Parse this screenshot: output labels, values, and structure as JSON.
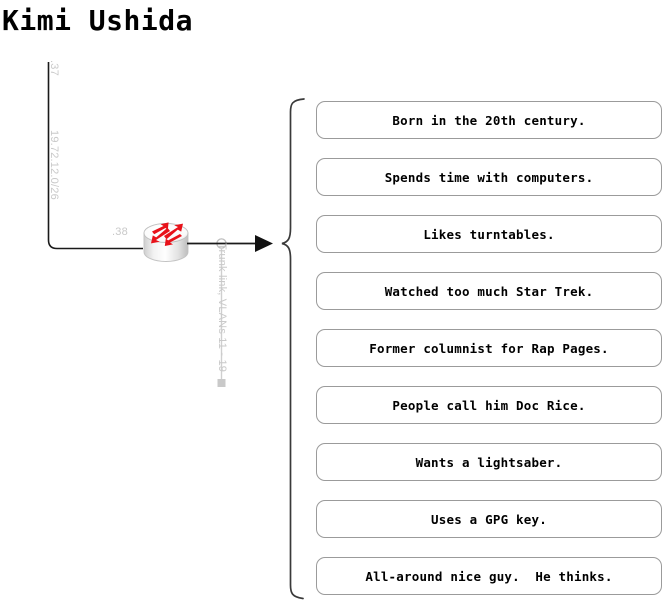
{
  "page": {
    "title": "Kimi Ushida",
    "background_color": "#ffffff"
  },
  "network": {
    "device": {
      "name": "router",
      "icon": "cisco-router-icon",
      "body_color": "#ffffff",
      "arrow_color": "#e8121a"
    },
    "labels": {
      "interface_top": ".37",
      "subnet": "19.72.12.0/26",
      "interface_bottom": ".38",
      "trunk": "Trunk link, VLANs 11 - 19"
    },
    "label_color": "#c9c9c9",
    "link_color": "#1a1a1a",
    "arrow_direction": "right"
  },
  "facts": {
    "brace": "{",
    "items": [
      {
        "text": "Born in the 20th century."
      },
      {
        "text": "Spends time with computers."
      },
      {
        "text": "Likes turntables."
      },
      {
        "text": "Watched too much Star Trek."
      },
      {
        "text": "Former columnist for Rap Pages."
      },
      {
        "text": "People call him Doc Rice."
      },
      {
        "text": "Wants a lightsaber."
      },
      {
        "text": "Uses a GPG key."
      },
      {
        "text": "All-around nice guy.  He thinks."
      }
    ]
  }
}
